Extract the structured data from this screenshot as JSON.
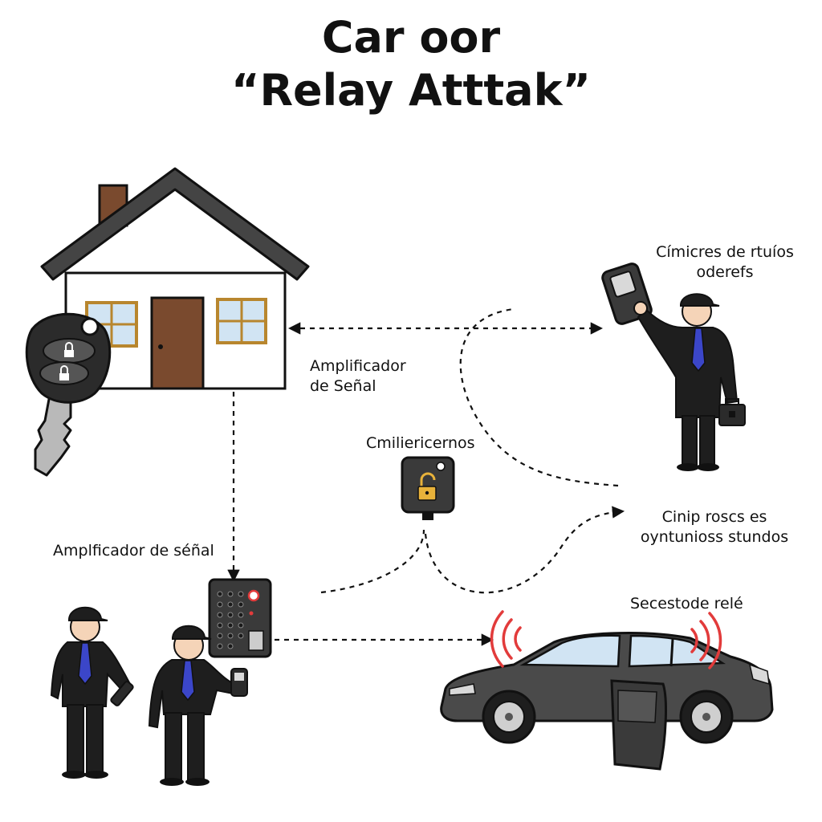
{
  "title": {
    "line1": "Car oor",
    "line2": "“Relay Atttak”"
  },
  "labels": {
    "house_amplifier": {
      "line1": "Amplificador",
      "line2": "de Señal"
    },
    "left_amplifier": "Amplficador de séñal",
    "center_device": "Cmiliericernos",
    "top_right_person": {
      "line1": "Címicres de rtuíos",
      "line2": "oderefs"
    },
    "right_signal": {
      "line1": "Cinip roscs es",
      "line2": "oyntuniоss stundos"
    },
    "car_relay": "Secestode relé"
  },
  "icons": [
    "house-icon",
    "car-key-icon",
    "lock-icon",
    "relay-box-icon",
    "padlock-icon",
    "handheld-device-icon",
    "person-icon",
    "car-icon",
    "signal-waves-icon",
    "briefcase-icon"
  ],
  "colors": {
    "outline": "#1a1a1a",
    "roof": "#444444",
    "door": "#7a4a2e",
    "window": "#d1e4f3",
    "window_frame": "#b8862e",
    "suit": "#1e1e1e",
    "tie": "#3b46c9",
    "skin": "#f5d4b8",
    "car_body": "#4a4a4a",
    "signal": "#e23b3b",
    "padlock": "#e8b23a"
  }
}
